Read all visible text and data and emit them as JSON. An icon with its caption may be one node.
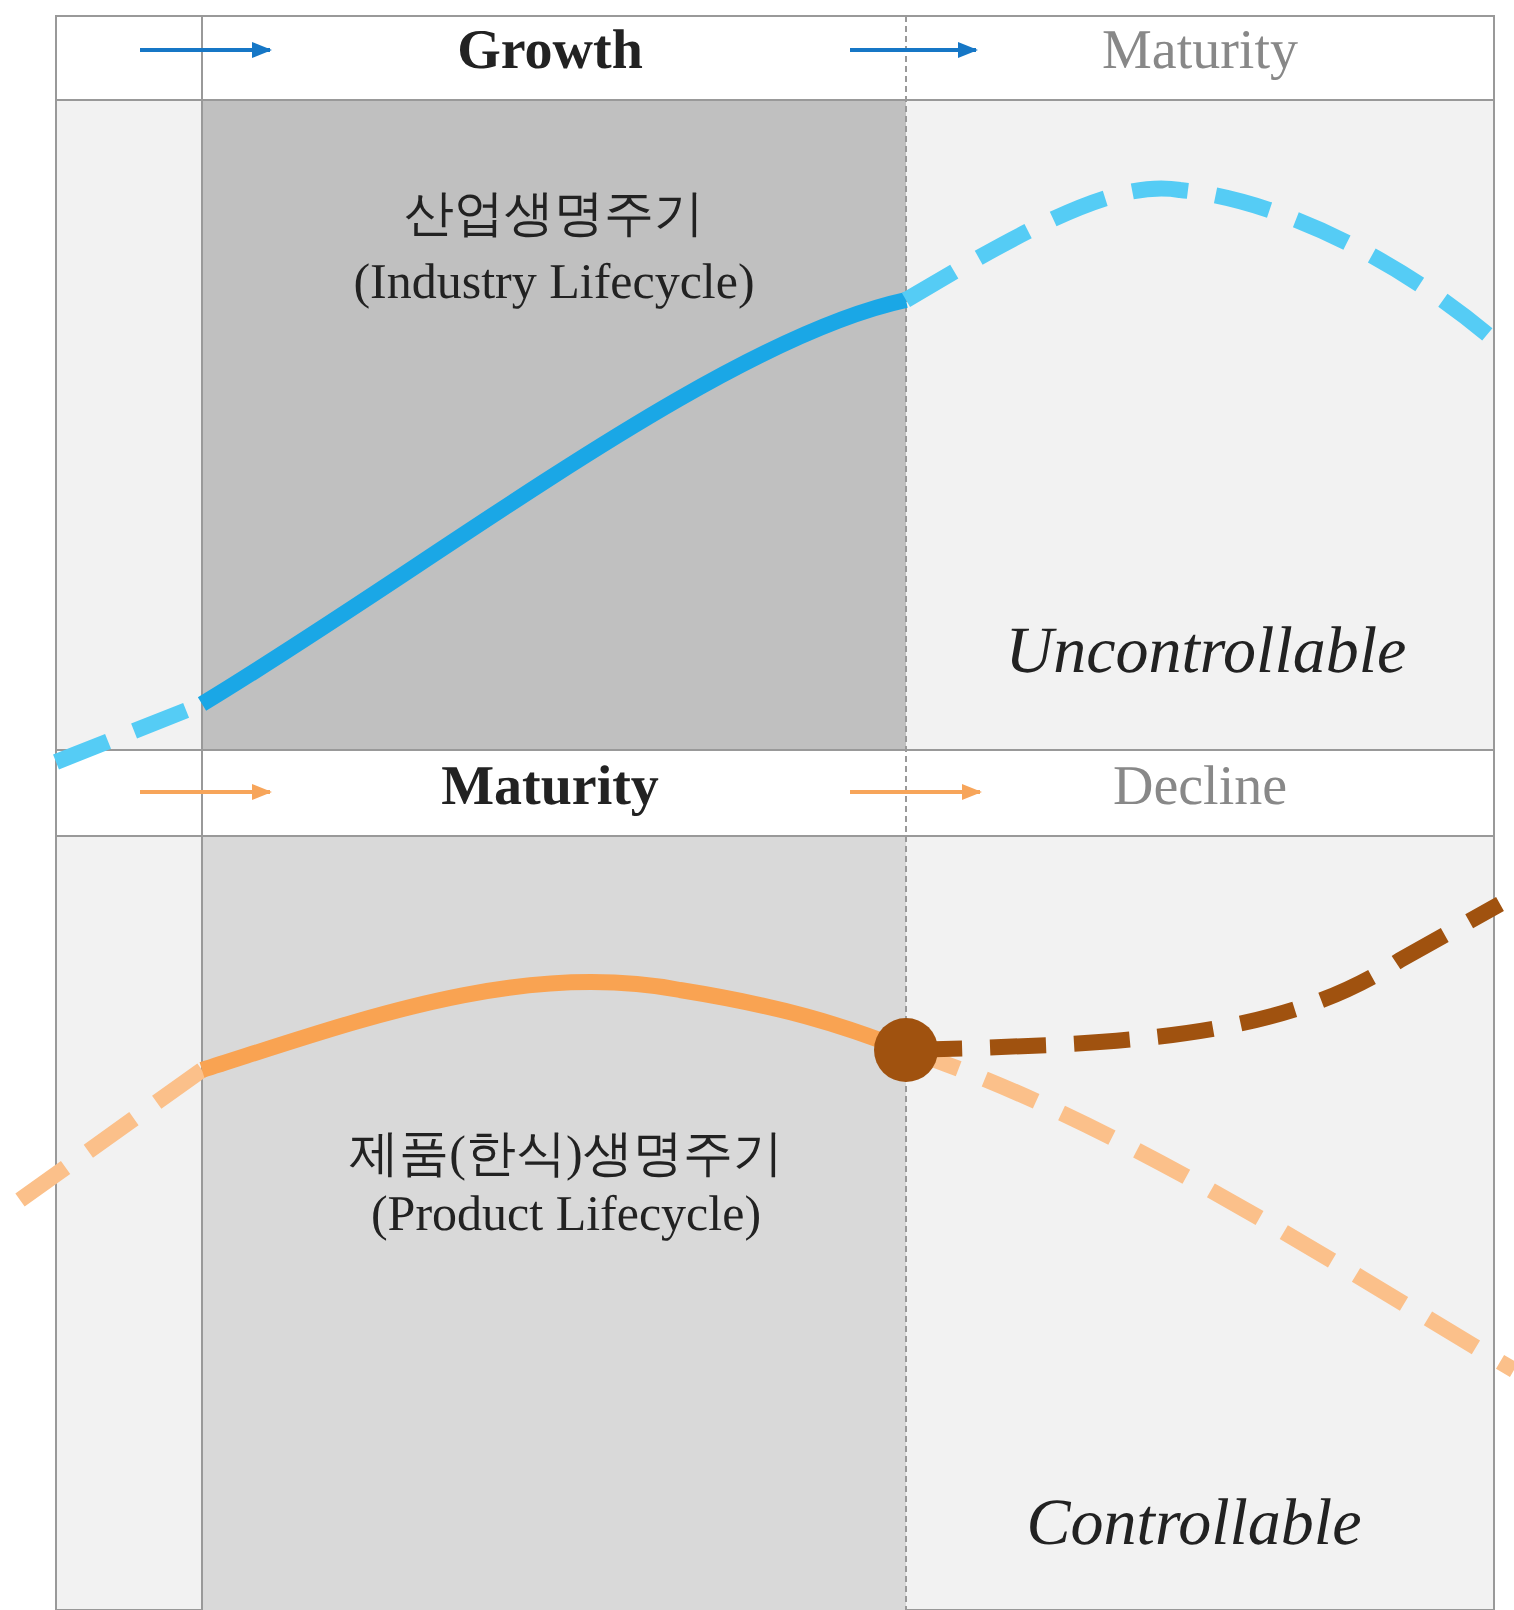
{
  "diagram": {
    "labels": [
      "Growth",
      "Maturity",
      "산업생명주기",
      "(Industry Lifecycle)",
      "Uncontrollable",
      "Maturity",
      "Decline",
      "제품(한식)생명주기",
      "(Product Lifecycle)",
      "Controllable"
    ]
  }
}
